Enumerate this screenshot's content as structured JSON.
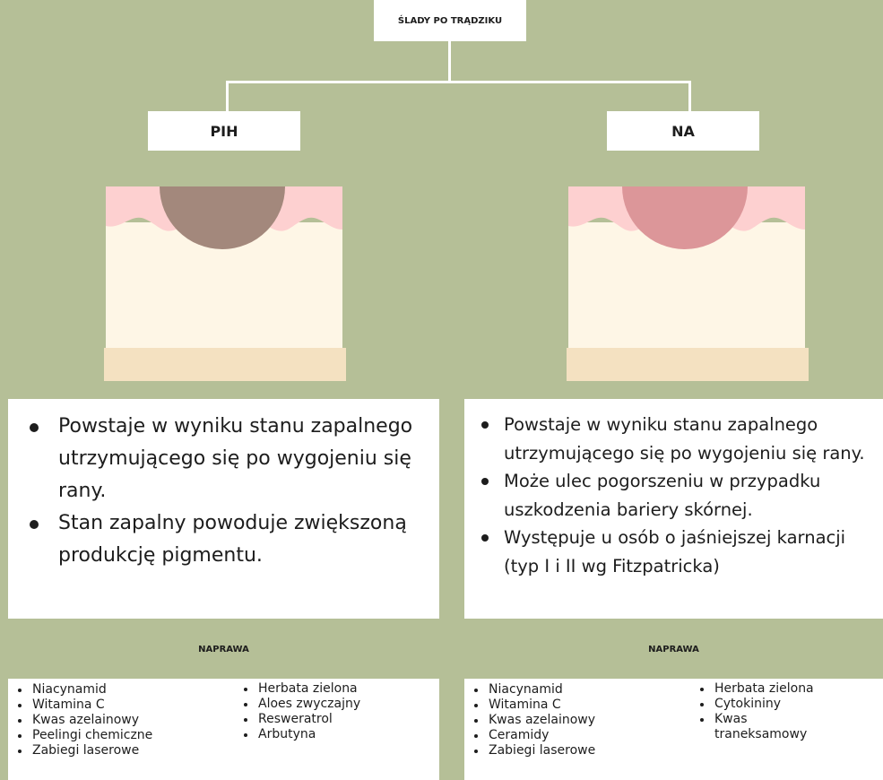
{
  "root": {
    "title": "ŚLADY PO TRĄDZIKU"
  },
  "pih": {
    "title": "PIH",
    "spot_color": "#a3887c",
    "points": [
      "Powstaje w wyniku stanu zapalnego utrzymującego się po wygojeniu się rany.",
      "Stan zapalny powoduje zwiększoną produkcję pigmentu."
    ],
    "repair_label": "NAPRAWA",
    "repair_col1": [
      "Niacynamid",
      "Witamina C",
      "Kwas azelainowy",
      "Peelingi chemiczne",
      "Zabiegi laserowe"
    ],
    "repair_col2": [
      "Herbata zielona",
      "Aloes zwyczajny",
      "Resweratrol",
      "Arbutyna"
    ]
  },
  "na": {
    "title": "NA",
    "spot_color": "#dc9699",
    "points": [
      "Powstaje w wyniku stanu zapalnego utrzymującego się po wygojeniu się rany.",
      "Może ulec pogorszeniu w przypadku uszkodzenia bariery skórnej.",
      "Występuje u osób o jaśniejszej karnacji (typ I i II wg Fitzpatricka)"
    ],
    "repair_label": "NAPRAWA",
    "repair_col1": [
      "Niacynamid",
      "Witamina C",
      "Kwas azelainowy",
      "Ceramidy",
      "Zabiegi laserowe"
    ],
    "repair_col2": [
      "Herbata zielona",
      "Cytokininy",
      "Kwas traneksamowy"
    ]
  },
  "colors": {
    "background": "#b5bf97",
    "skin_top": "#fdd0d0",
    "skin_body": "#fef6e6",
    "skin_base": "#f4e1c1"
  }
}
